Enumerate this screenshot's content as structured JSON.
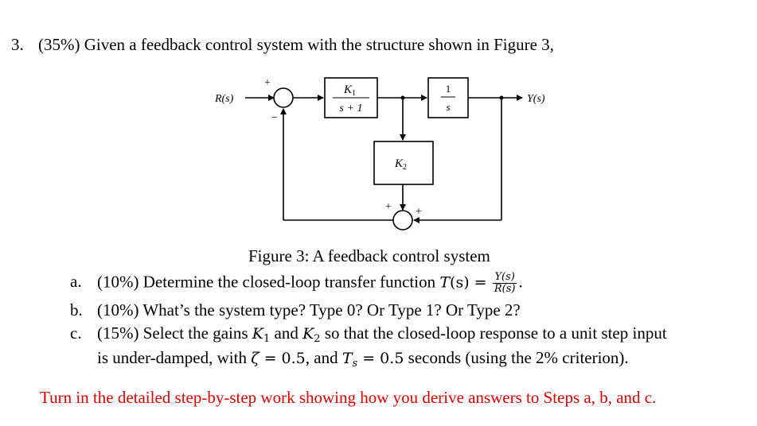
{
  "problem": {
    "number": "3.",
    "text": "(35%) Given a feedback control system with the structure shown in Figure 3,"
  },
  "figure": {
    "input_label": "R(s)",
    "output_label": "Y(s)",
    "block1_num": "K",
    "block1_num_sub": "1",
    "block1_den": "s + 1",
    "block2_num": "1",
    "block2_den": "s",
    "block3": "K",
    "block3_sub": "2",
    "sum1_plus": "+",
    "sum1_minus": "−",
    "sum2_plus_left": "+",
    "sum2_plus_right": "+",
    "caption": "Figure 3: A feedback control system"
  },
  "items": {
    "a": {
      "marker": "a.",
      "text": "(10%) Determine the closed-loop transfer function ",
      "T": "T",
      "Targ": "(s) =",
      "frac_num": "Y(s)",
      "frac_den": "R(s)",
      "end": "."
    },
    "b": {
      "marker": "b.",
      "text": "(10%) What’s the system type? Type 0? Or Type 1? Or Type 2?"
    },
    "c": {
      "marker": "c.",
      "text1": "(15%) Select the gains ",
      "K": "K",
      "K1sub": "1",
      "and": " and ",
      "K2sub": "2",
      "text2": " so that the closed-loop response to a unit step input",
      "line2_a": "is under-damped, with ",
      "zeta": "ζ",
      "eq1": " = 0.5",
      "line2_b": ", and ",
      "Ts": "T",
      "Ts_sub": "s",
      "eq2": " = 0.5",
      "line2_c": " seconds (using the 2% criterion)."
    }
  },
  "footer": "Turn in the detailed step-by-step work showing how you derive answers to Steps a, b, and c.",
  "colors": {
    "footer": "#e00000",
    "text": "#000000"
  }
}
